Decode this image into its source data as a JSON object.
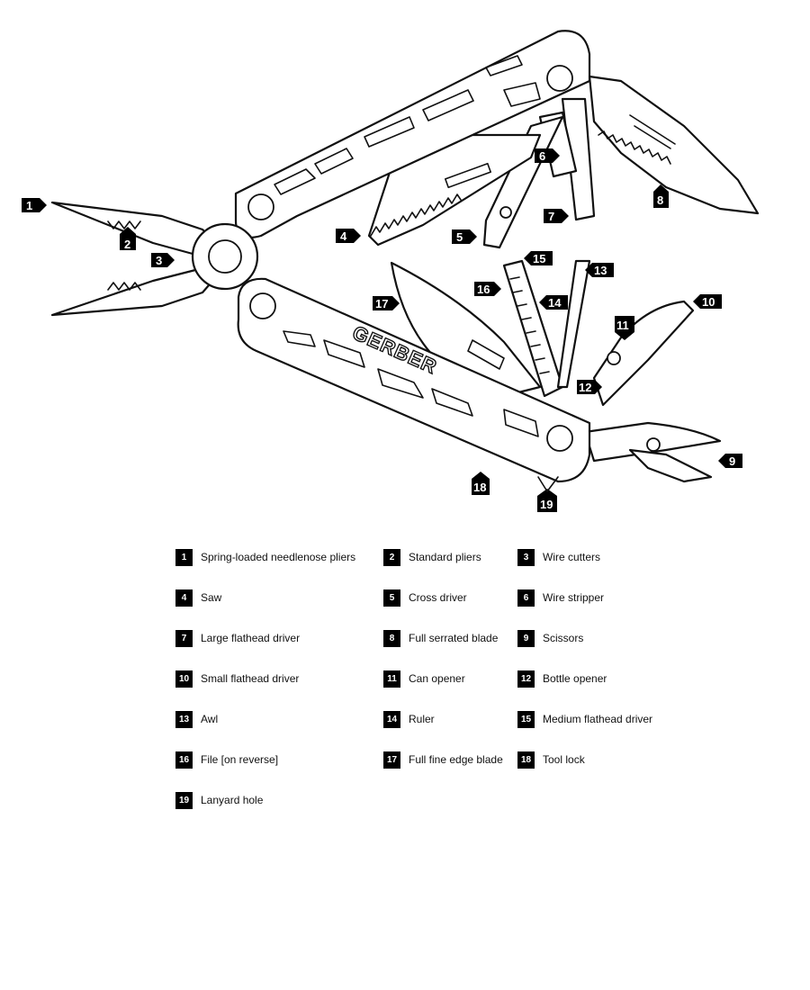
{
  "brand_text": "GERBER",
  "callouts": [
    "1",
    "2",
    "3",
    "4",
    "5",
    "6",
    "7",
    "8",
    "9",
    "10",
    "11",
    "12",
    "13",
    "14",
    "15",
    "16",
    "17",
    "18",
    "19"
  ],
  "legend": [
    {
      "num": "1",
      "label": "Spring-loaded needlenose pliers"
    },
    {
      "num": "2",
      "label": "Standard pliers"
    },
    {
      "num": "3",
      "label": "Wire cutters"
    },
    {
      "num": "4",
      "label": "Saw"
    },
    {
      "num": "5",
      "label": "Cross driver"
    },
    {
      "num": "6",
      "label": "Wire stripper"
    },
    {
      "num": "7",
      "label": "Large flathead driver"
    },
    {
      "num": "8",
      "label": "Full serrated blade"
    },
    {
      "num": "9",
      "label": "Scissors"
    },
    {
      "num": "10",
      "label": "Small flathead driver"
    },
    {
      "num": "11",
      "label": "Can opener"
    },
    {
      "num": "12",
      "label": "Bottle opener"
    },
    {
      "num": "13",
      "label": "Awl"
    },
    {
      "num": "14",
      "label": "Ruler"
    },
    {
      "num": "15",
      "label": "Medium flathead driver"
    },
    {
      "num": "16",
      "label": "File [on reverse]"
    },
    {
      "num": "17",
      "label": "Full fine edge blade"
    },
    {
      "num": "18",
      "label": "Tool lock"
    },
    {
      "num": "19",
      "label": "Lanyard hole"
    }
  ]
}
